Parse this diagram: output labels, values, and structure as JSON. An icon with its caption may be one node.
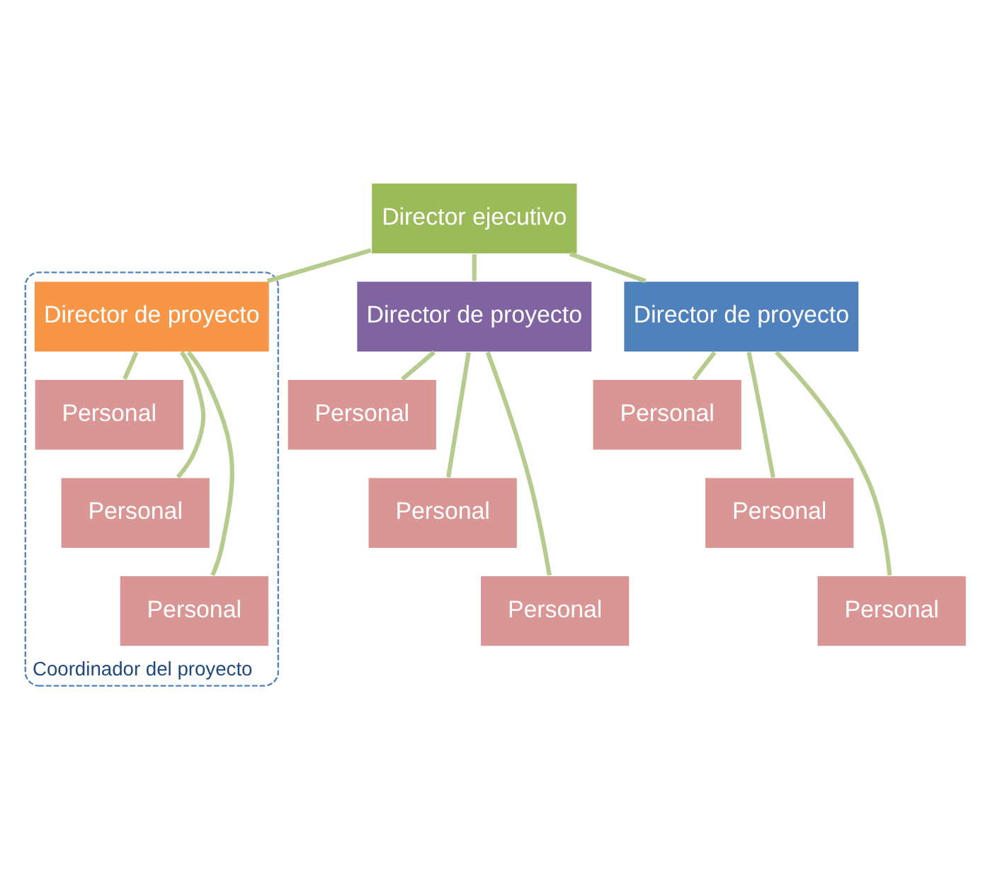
{
  "diagram": {
    "nodes": [
      {
        "text": [
          "Director ejecutivo"
        ]
      },
      {
        "text": [
          "Coordinador del proyecto"
        ]
      },
      {
        "text": [
          "Director de proyecto"
        ],
        "in": 1
      },
      {
        "text": [
          "Personal"
        ],
        "in": 1
      },
      {
        "text": [
          "Personal"
        ],
        "in": 1
      },
      {
        "text": [
          "Personal"
        ],
        "in": 1
      },
      {
        "text": [
          "Director de proyecto"
        ]
      },
      {
        "text": [
          "Personal"
        ]
      },
      {
        "text": [
          "Personal"
        ]
      },
      {
        "text": [
          "Personal"
        ]
      },
      {
        "text": [
          "Director de proyecto"
        ]
      },
      {
        "text": [
          "Personal"
        ]
      },
      {
        "text": [
          "Personal"
        ]
      },
      {
        "text": [
          "Personal"
        ]
      }
    ],
    "edges": [
      {
        "from": 0,
        "to": 2,
        "arrow": "none"
      },
      {
        "from": 0,
        "to": 6,
        "arrow": "none"
      },
      {
        "from": 0,
        "to": 10,
        "arrow": "none"
      },
      {
        "from": 2,
        "to": 3,
        "arrow": "none"
      },
      {
        "from": 2,
        "to": 4,
        "arrow": "none"
      },
      {
        "from": 2,
        "to": 5,
        "arrow": "none"
      },
      {
        "from": 6,
        "to": 7,
        "arrow": "none"
      },
      {
        "from": 6,
        "to": 8,
        "arrow": "none"
      },
      {
        "from": 6,
        "to": 9,
        "arrow": "none"
      },
      {
        "from": 10,
        "to": 11,
        "arrow": "none"
      },
      {
        "from": 10,
        "to": 12,
        "arrow": "none"
      },
      {
        "from": 10,
        "to": 13,
        "arrow": "none"
      }
    ]
  }
}
